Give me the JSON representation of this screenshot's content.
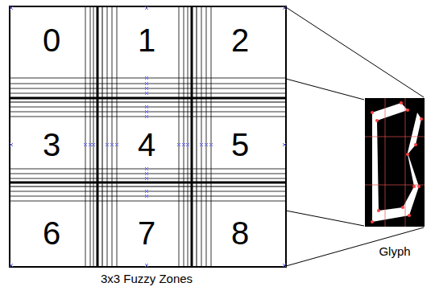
{
  "diagram": {
    "caption": "3x3 Fuzzy Zones",
    "nodes": [
      {
        "text": [
          "0"
        ]
      },
      {
        "text": [
          "1"
        ]
      },
      {
        "text": [
          "2"
        ]
      },
      {
        "text": [
          "3"
        ]
      },
      {
        "text": [
          "4"
        ]
      },
      {
        "text": [
          "5"
        ]
      },
      {
        "text": [
          "6"
        ]
      },
      {
        "text": [
          "7"
        ]
      },
      {
        "text": [
          "8"
        ]
      }
    ],
    "labels": [
      "Glyph"
    ]
  }
}
